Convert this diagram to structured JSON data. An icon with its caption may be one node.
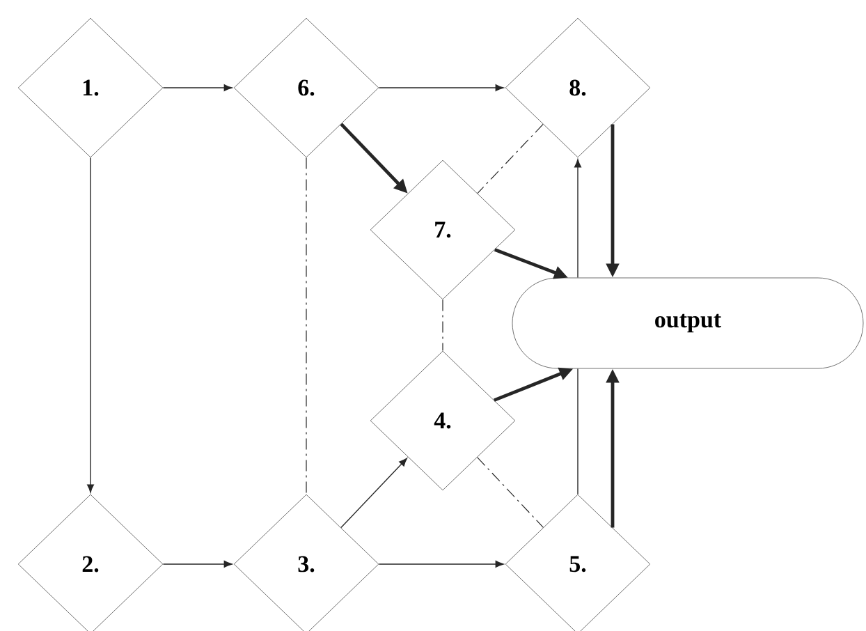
{
  "diagram": {
    "nodes": [
      {
        "text": [
          "1."
        ]
      },
      {
        "text": [
          "6."
        ]
      },
      {
        "text": [
          "8."
        ]
      },
      {
        "text": [
          "7."
        ]
      },
      {
        "text": [
          "output"
        ]
      },
      {
        "text": [
          "4."
        ]
      },
      {
        "text": [
          "2."
        ]
      },
      {
        "text": [
          "3."
        ]
      },
      {
        "text": [
          "5."
        ]
      }
    ],
    "edges": [
      {
        "from": 0,
        "to": 1,
        "arrow": "to"
      },
      {
        "from": 1,
        "to": 2,
        "arrow": "to"
      },
      {
        "from": 0,
        "to": 6,
        "arrow": "to"
      },
      {
        "from": 1,
        "to": 3,
        "arrow": "to",
        "style": "thick"
      },
      {
        "from": 1,
        "to": 7,
        "arrow": "none",
        "style": "dashed"
      },
      {
        "from": 2,
        "to": 3,
        "arrow": "none",
        "style": "dashed"
      },
      {
        "from": 3,
        "to": 4,
        "arrow": "to",
        "style": "thick"
      },
      {
        "from": 3,
        "to": 5,
        "arrow": "none",
        "style": "dashed"
      },
      {
        "from": 5,
        "to": 4,
        "arrow": "to",
        "style": "thick"
      },
      {
        "from": 6,
        "to": 7,
        "arrow": "to"
      },
      {
        "from": 7,
        "to": 5,
        "arrow": "to"
      },
      {
        "from": 7,
        "to": 8,
        "arrow": "to"
      },
      {
        "from": 5,
        "to": 8,
        "arrow": "none",
        "style": "dashed"
      },
      {
        "from": 4,
        "to": 2,
        "arrow": "to"
      },
      {
        "from": 2,
        "to": 4,
        "arrow": "to",
        "style": "thick"
      },
      {
        "from": 8,
        "to": 4,
        "arrow": "none"
      },
      {
        "from": 8,
        "to": 4,
        "arrow": "to",
        "style": "thick"
      }
    ]
  }
}
